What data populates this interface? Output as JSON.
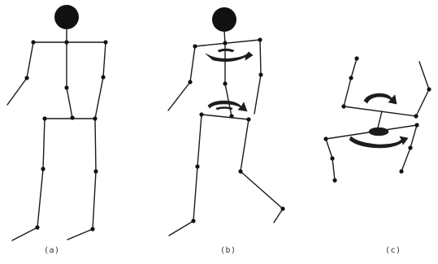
{
  "panels": [
    {
      "id": "a",
      "caption": "(a)"
    },
    {
      "id": "b",
      "caption": "(b)"
    },
    {
      "id": "c",
      "caption": "(c)"
    }
  ],
  "colors": {
    "bone": "#1a1a1a",
    "joint": "#111111",
    "background": "#ffffff"
  },
  "icons": {
    "rotation": "curved-rotation-arrow-icon"
  }
}
